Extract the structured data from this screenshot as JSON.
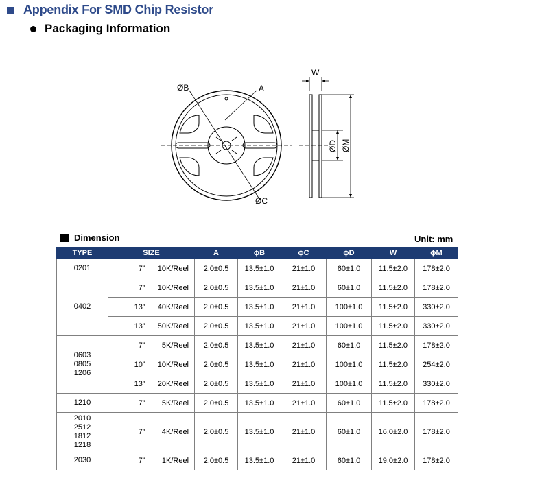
{
  "heading": {
    "title": "Appendix For SMD Chip Resistor",
    "subtitle": "Packaging Information"
  },
  "diagram": {
    "label_b": "ØB",
    "label_a": "A",
    "label_c": "ØC",
    "label_w": "W",
    "label_d": "ØD",
    "label_m": "ØM"
  },
  "dimension": {
    "title": "Dimension",
    "unit": "Unit: mm"
  },
  "table": {
    "headers": [
      "TYPE",
      "SIZE",
      "A",
      "ϕB",
      "ϕC",
      "ϕD",
      "W",
      "ϕM"
    ],
    "rows": [
      {
        "type": "0201",
        "size": "7”",
        "reel": "10K/Reel",
        "a": "2.0±0.5",
        "b": "13.5±1.0",
        "c": "21±1.0",
        "d": "60±1.0",
        "w": "11.5±2.0",
        "m": "178±2.0"
      },
      {
        "type": "0402",
        "size": "7”",
        "reel": "10K/Reel",
        "a": "2.0±0.5",
        "b": "13.5±1.0",
        "c": "21±1.0",
        "d": "60±1.0",
        "w": "11.5±2.0",
        "m": "178±2.0"
      },
      {
        "type": "",
        "size": "13”",
        "reel": "40K/Reel",
        "a": "2.0±0.5",
        "b": "13.5±1.0",
        "c": "21±1.0",
        "d": "100±1.0",
        "w": "11.5±2.0",
        "m": "330±2.0"
      },
      {
        "type": "",
        "size": "13”",
        "reel": "50K/Reel",
        "a": "2.0±0.5",
        "b": "13.5±1.0",
        "c": "21±1.0",
        "d": "100±1.0",
        "w": "11.5±2.0",
        "m": "330±2.0"
      },
      {
        "type": "0603",
        "type2": "0805",
        "type3": "1206",
        "size": "7”",
        "reel": "5K/Reel",
        "a": "2.0±0.5",
        "b": "13.5±1.0",
        "c": "21±1.0",
        "d": "60±1.0",
        "w": "11.5±2.0",
        "m": "178±2.0"
      },
      {
        "type": "",
        "size": "10”",
        "reel": "10K/Reel",
        "a": "2.0±0.5",
        "b": "13.5±1.0",
        "c": "21±1.0",
        "d": "100±1.0",
        "w": "11.5±2.0",
        "m": "254±2.0"
      },
      {
        "type": "",
        "size": "13”",
        "reel": "20K/Reel",
        "a": "2.0±0.5",
        "b": "13.5±1.0",
        "c": "21±1.0",
        "d": "100±1.0",
        "w": "11.5±2.0",
        "m": "330±2.0"
      },
      {
        "type": "1210",
        "size": "7”",
        "reel": "5K/Reel",
        "a": "2.0±0.5",
        "b": "13.5±1.0",
        "c": "21±1.0",
        "d": "60±1.0",
        "w": "11.5±2.0",
        "m": "178±2.0"
      },
      {
        "type": "2010",
        "type2": "2512",
        "type3": "1812",
        "type4": "1218",
        "size": "7”",
        "reel": "4K/Reel",
        "a": "2.0±0.5",
        "b": "13.5±1.0",
        "c": "21±1.0",
        "d": "60±1.0",
        "w": "16.0±2.0",
        "m": "178±2.0"
      },
      {
        "type": "2030",
        "size": "7”",
        "reel": "1K/Reel",
        "a": "2.0±0.5",
        "b": "13.5±1.0",
        "c": "21±1.0",
        "d": "60±1.0",
        "w": "19.0±2.0",
        "m": "178±2.0"
      }
    ]
  }
}
